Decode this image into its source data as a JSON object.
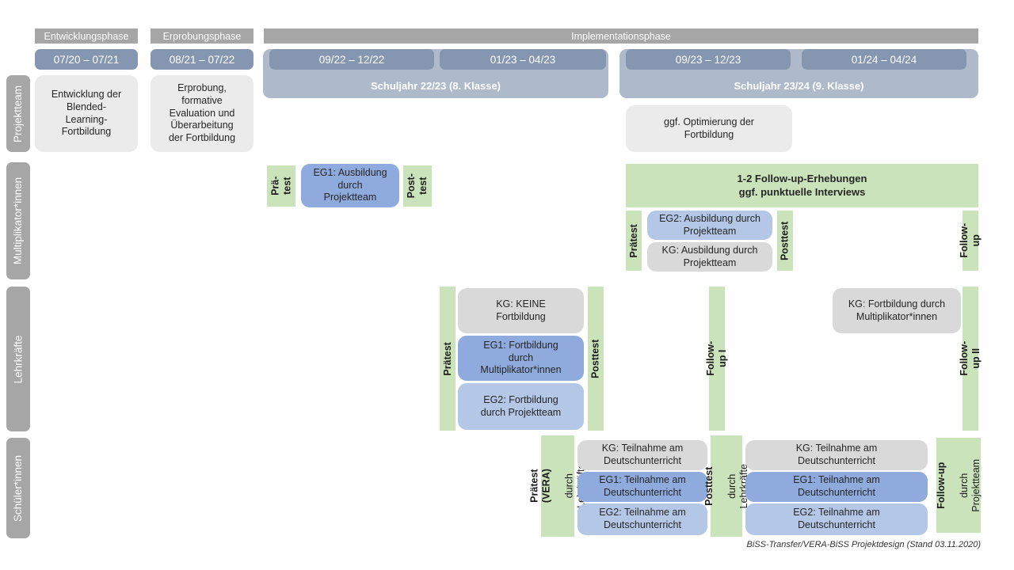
{
  "colors": {
    "phase_bar": "#a6a6a6",
    "date_bar": "#8496b0",
    "schoolyear_bar": "#aebaca",
    "row_label_bar": "#a6a6a6",
    "box_lightgray": "#ebebeb",
    "box_gray": "#d9d9d9",
    "box_blue_dark": "#8faadc",
    "box_blue_light": "#b4c7e7",
    "box_green": "#cbe3bb"
  },
  "phases": {
    "entwicklung": "Entwicklungsphase",
    "erprobung": "Erprobungsphase",
    "implementation": "Implementationsphase"
  },
  "dates": {
    "d1": "07/20 – 07/21",
    "d2": "08/21 – 07/22",
    "d3": "09/22 – 12/22",
    "d4": "01/23 – 04/23",
    "d5": "09/23 – 12/23",
    "d6": "01/24 – 04/24"
  },
  "schoolyears": {
    "sy1": "Schuljahr 22/23 (8. Klasse)",
    "sy2": "Schuljahr 23/24 (9. Klasse)"
  },
  "rows": {
    "projektteam": {
      "label": "Projektteam",
      "box_entwicklung": "Entwicklung der\nBlended-\nLearning-\nFortbildung",
      "box_erprobung": "Erprobung,\nformative\nEvaluation und\nÜberarbeitung\nder Fortbildung",
      "box_optimierung": "ggf. Optimierung der\nFortbildung"
    },
    "multiplikatoren": {
      "label": "Multiplikator*innen",
      "praetest_1": "Prä-\ntest",
      "eg1_ausbildung": "EG1: Ausbildung\ndurch\nProjektteam",
      "posttest_1": "Post-\ntest",
      "followup_erhebungen": "1-2 Follow-up-Erhebungen\nggf. punktuelle Interviews",
      "praetest_2": "Prätest",
      "eg2_ausbildung": "EG2: Ausbildung durch\nProjektteam",
      "kg_ausbildung": "KG: Ausbildung durch\nProjektteam",
      "posttest_2": "Posttest",
      "followup": "Follow-up"
    },
    "lehrkraefte": {
      "label": "Lehrkräfte",
      "praetest": "Prätest",
      "kg_keine": "KG: KEINE\nFortbildung",
      "eg1_fortbildung": "EG1: Fortbildung\ndurch\nMultiplikator*innen",
      "eg2_fortbildung": "EG2: Fortbildung\ndurch Projektteam",
      "posttest": "Posttest",
      "followup1": "Follow-up I",
      "kg_fortbildung": "KG: Fortbildung durch\nMultiplikator*innen",
      "followup2": "Follow-up II"
    },
    "schueler": {
      "label": "Schüler*innen",
      "praetest_main": "Prätest (VERA)",
      "praetest_sub": "durch Lehrkräfte",
      "kg_a": "KG: Teilnahme am\nDeutschunterricht",
      "eg1_a": "EG1: Teilnahme am\nDeutschunterricht",
      "eg2_a": "EG2: Teilnahme am\nDeutschunterricht",
      "posttest_main": "Posttest",
      "posttest_sub": "durch Lehrkräfte",
      "kg_b": "KG: Teilnahme am\nDeutschunterricht",
      "eg1_b": "EG1: Teilnahme am\nDeutschunterricht",
      "eg2_b": "EG2: Teilnahme am\nDeutschunterricht",
      "followup_main": "Follow-up",
      "followup_sub": "durch\nProjektteam"
    }
  },
  "footer": "BiSS-Transfer/VERA-BiSS Projektdesign (Stand 03.11.2020)"
}
